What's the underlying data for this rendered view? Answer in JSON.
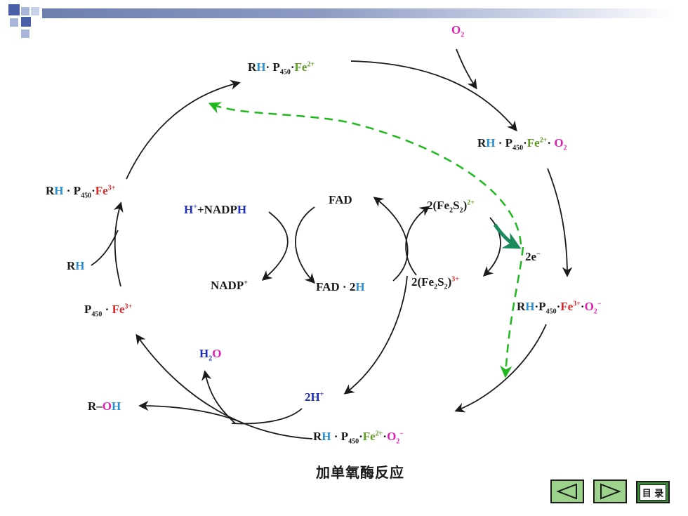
{
  "caption": "加单氧酶反应",
  "nodes": {
    "top": {
      "a": "R",
      "h": "H",
      "b": "· P",
      "sub": "450",
      "c": "·",
      "fe": "Fe",
      "sup": "2+"
    },
    "top_right": {
      "a": "R",
      "h": "H",
      "b": " · P",
      "sub": "450",
      "c": "·",
      "fe": "Fe",
      "sup": "2+",
      "d": "· ",
      "o": "O",
      "osub": "2"
    },
    "right": {
      "a": "R",
      "h": "H",
      "b": "·P",
      "sub": "450",
      "c": "·",
      "fe": "Fe",
      "sup": "3+",
      "d": "·",
      "o": "O",
      "osub": "2",
      "osup": "−"
    },
    "bottom": {
      "a": "R",
      "h": "H",
      "b": " · P",
      "sub": "450",
      "c": "·",
      "fe": "Fe",
      "sup": "2+",
      "d": "·",
      "o": "O",
      "osub": "2",
      "osup": "−"
    },
    "left": {
      "a": "R",
      "h": "H",
      "b": " · P",
      "sub": "450",
      "c": "·",
      "fe": "Fe",
      "sup": "3+"
    },
    "left_low": {
      "a": "P",
      "sub": "450",
      "c": " · ",
      "fe": "Fe",
      "sup": "3+"
    }
  },
  "labels": {
    "o2_top": {
      "o": "O",
      "sub": "2"
    },
    "rh_in": {
      "a": "R",
      "h": "H"
    },
    "roh": {
      "a": "R–",
      "o": "O",
      "h": "H"
    },
    "h2o": {
      "h": "H",
      "sub": "2",
      "o": "O"
    },
    "h2plus": {
      "a": "2H",
      "sup": "+"
    },
    "nadph": {
      "h": "H",
      "sup": "+",
      "a": "+NADP",
      "h2": "H"
    },
    "nadp": {
      "a": "NADP",
      "sup": "+"
    },
    "fad": "FAD",
    "fad2h": {
      "a": "FAD · 2",
      "h": "H"
    },
    "fes_red": {
      "a": "2(Fe",
      "s1": "2",
      "b": "S",
      "s2": "2",
      "c": ")",
      "sup": "2+"
    },
    "fes_ox": {
      "a": "2(Fe",
      "s1": "2",
      "b": "S",
      "s2": "2",
      "c": ")",
      "sup": "3+"
    },
    "electrons": {
      "a": "2e",
      "sup": "−"
    }
  },
  "nav": {
    "prev": "previous",
    "next": "next",
    "menu_label": "目 录"
  },
  "colors": {
    "arrow": "#1a1a1a",
    "electron_path": "#1fb81f",
    "electron_arrow": "#1b8a5a",
    "bar": "#6d7fae"
  }
}
